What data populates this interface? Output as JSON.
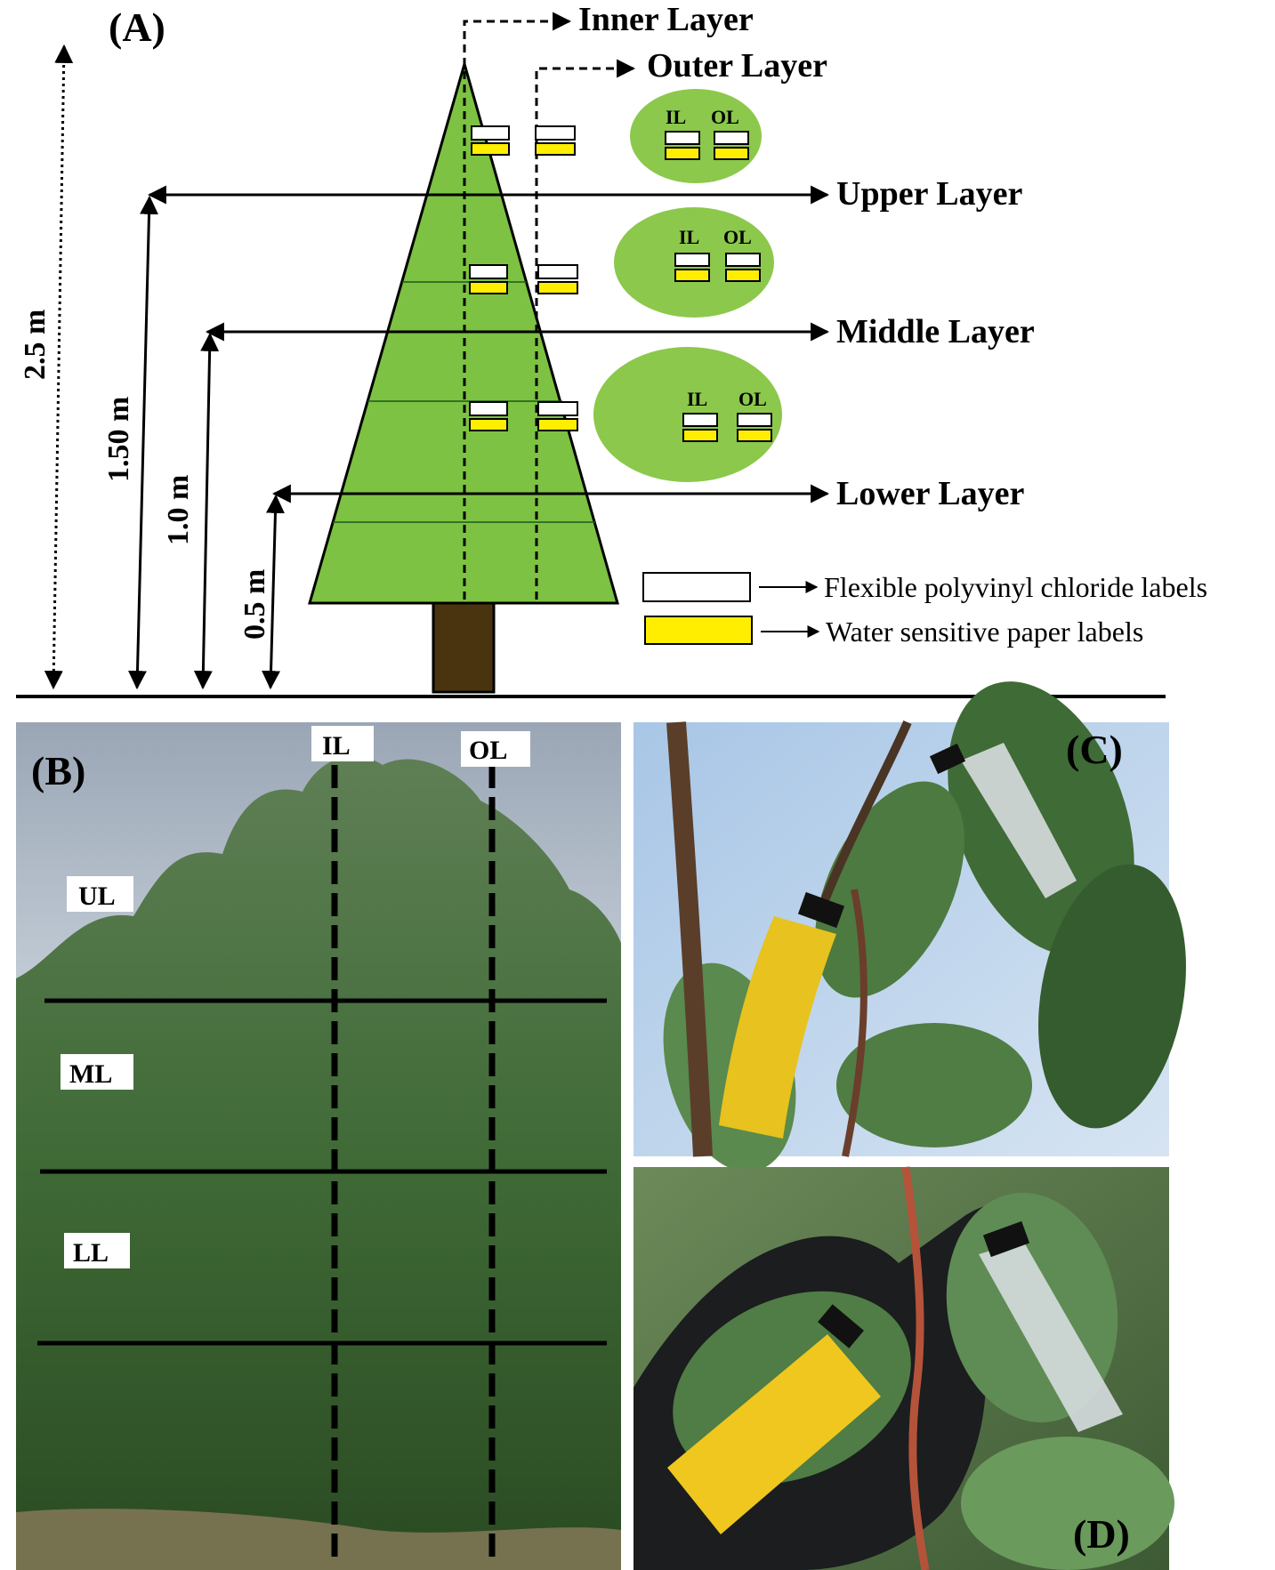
{
  "panels": {
    "a": "(A)",
    "b": "(B)",
    "c": "(C)",
    "d": "(D)"
  },
  "diagram": {
    "inner_layer": "Inner Layer",
    "outer_layer": "Outer Layer",
    "upper_layer": "Upper Layer",
    "middle_layer": "Middle Layer",
    "lower_layer": "Lower Layer",
    "heights": {
      "h25": "2.5 m",
      "h150": "1.50 m",
      "h10": "1.0 m",
      "h05": "0.5 m"
    },
    "il": "IL",
    "ol": "OL",
    "legend": {
      "pvc": "Flexible polyvinyl chloride labels",
      "wsp": "Water sensitive paper labels"
    },
    "colors": {
      "tree_green": "#7dc242",
      "circle_green": "#8cc84b",
      "trunk": "#4a3410",
      "wsp_yellow": "#ffee00"
    }
  },
  "photo_b": {
    "il": "IL",
    "ol": "OL",
    "ul": "UL",
    "ml": "ML",
    "ll": "LL"
  }
}
